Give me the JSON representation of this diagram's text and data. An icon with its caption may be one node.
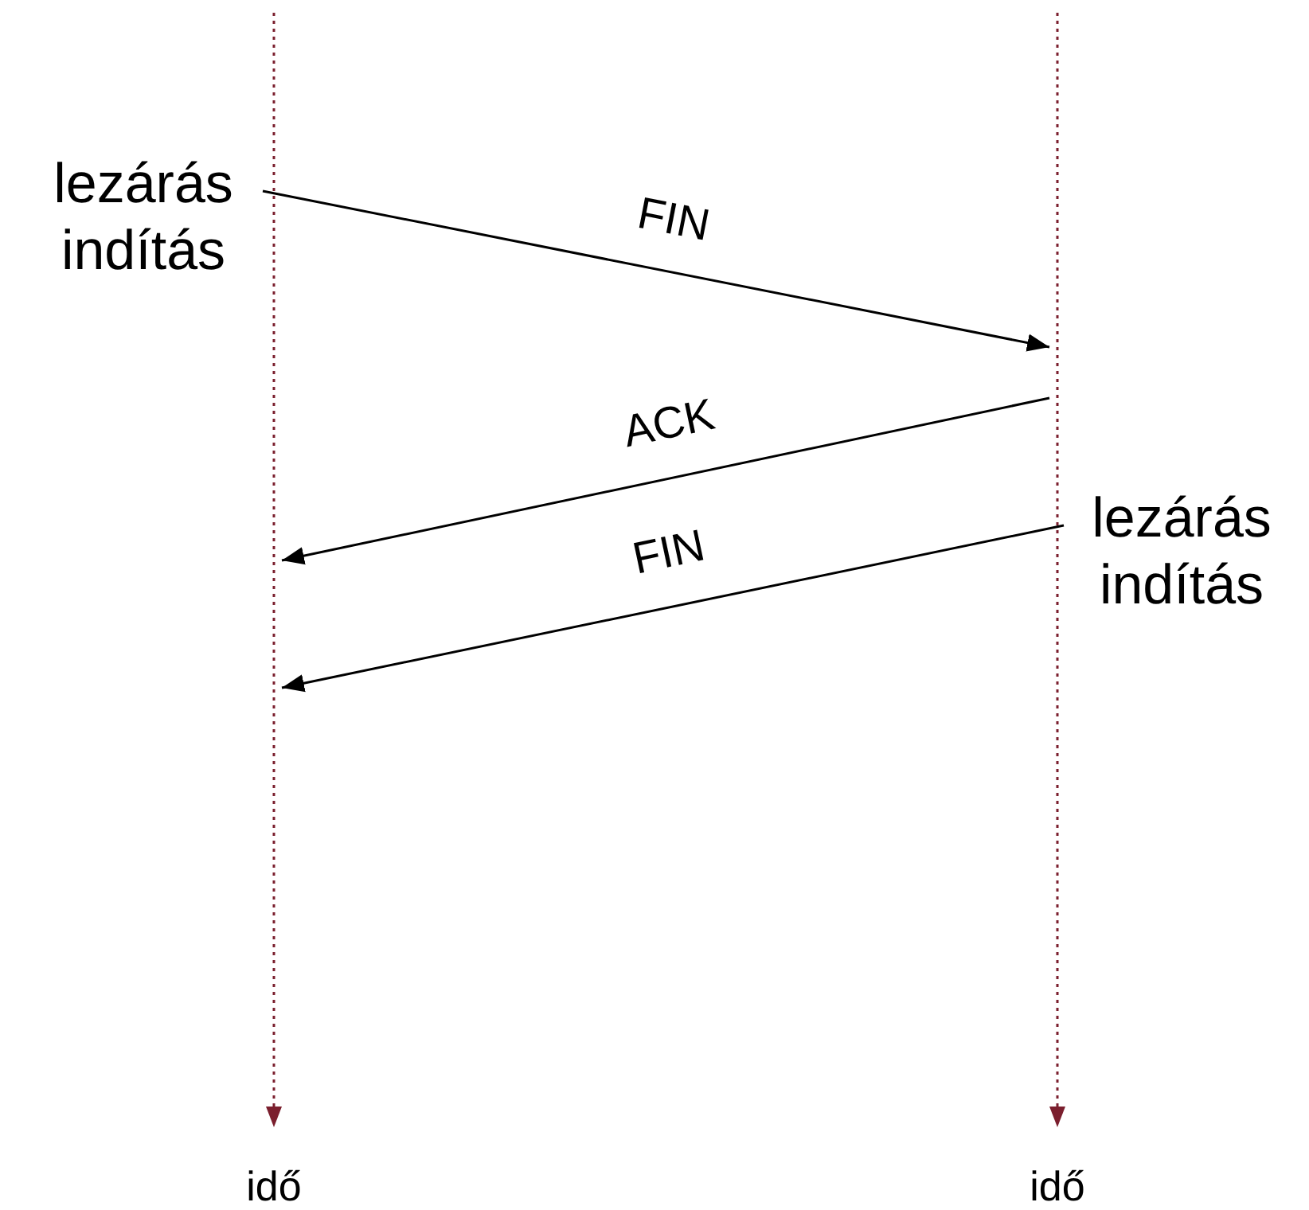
{
  "diagram": {
    "nodes": [
      {
        "text": [],
        "shape": "line",
        "beside": [
          "idő"
        ]
      },
      {
        "text": [],
        "shape": "line",
        "beside": [
          "idő"
        ]
      },
      {
        "text": [
          "lezárás indítás"
        ]
      },
      {
        "text": [
          "lezárás indítás"
        ]
      }
    ],
    "edges": [
      {
        "from": 2,
        "to": 1,
        "arrow": "to",
        "label": "FIN"
      },
      {
        "from": 1,
        "to": 0,
        "arrow": "to",
        "label": "ACK"
      },
      {
        "from": 3,
        "to": 0,
        "arrow": "to",
        "label": "FIN"
      }
    ]
  }
}
